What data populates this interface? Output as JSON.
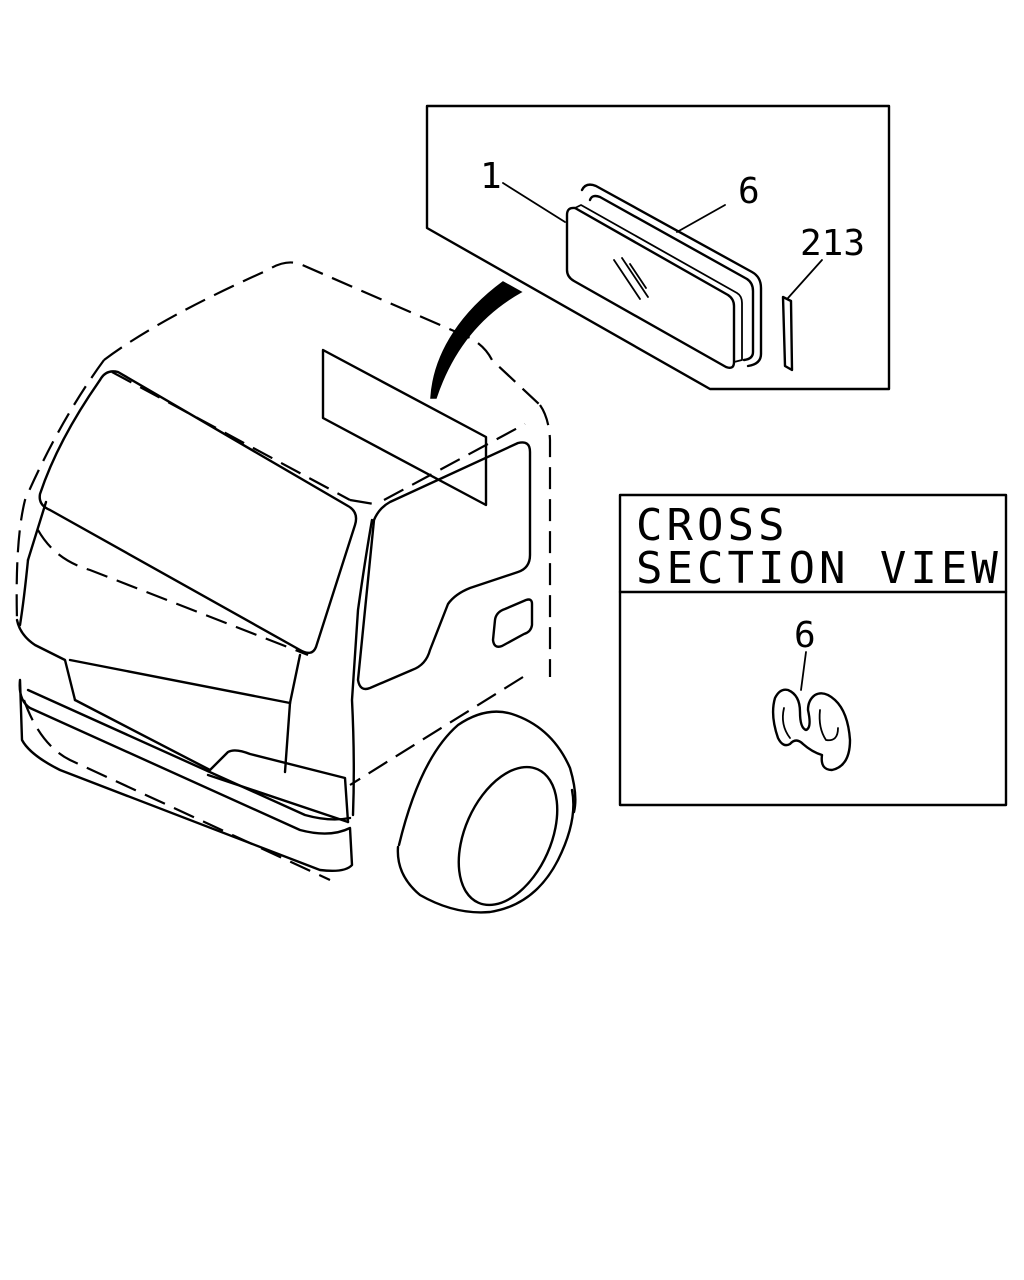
{
  "callouts": {
    "glass": "1",
    "weatherstrip": "6",
    "sealant": "213",
    "section_part": "6"
  },
  "cross_section": {
    "title_line1": "CROSS",
    "title_line2": "SECTION VIEW"
  }
}
